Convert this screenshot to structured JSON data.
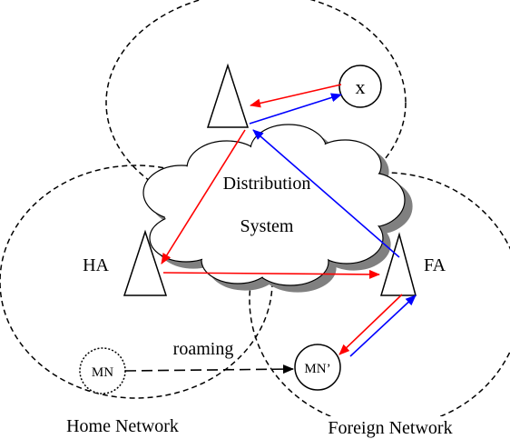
{
  "labels": {
    "x_node": "x",
    "distribution_line1": "Distribution",
    "distribution_line2": "System",
    "ha": "HA",
    "fa": "FA",
    "mn": "MN",
    "mn_prime": "MN’",
    "roaming": "roaming",
    "home_network": "Home Network",
    "foreign_network": "Foreign Network"
  },
  "colors": {
    "red_path": "#ff0000",
    "blue_path": "#0000ff",
    "outline": "#000000",
    "cloud_shadow": "#808080",
    "background": "#ffffff"
  }
}
